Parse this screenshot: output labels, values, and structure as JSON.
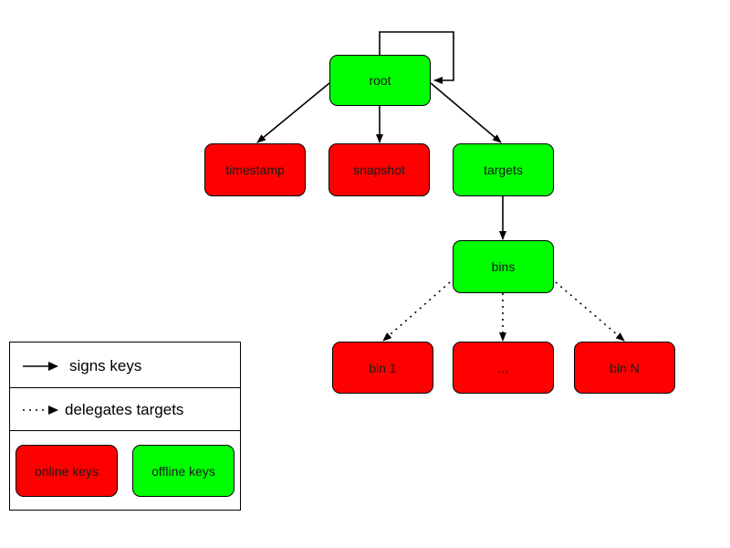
{
  "colors": {
    "online": "#ff0000",
    "offline": "#00ff00",
    "stroke": "#000000"
  },
  "nodes": {
    "root": "root",
    "timestamp": "timestamp",
    "snapshot": "snapshot",
    "targets": "targets",
    "bins": "bins",
    "bin1": "bin 1",
    "bin_mid": "...",
    "bin_n": "bin N"
  },
  "edges": [
    {
      "from": "root",
      "to": "root",
      "style": "solid"
    },
    {
      "from": "root",
      "to": "timestamp",
      "style": "solid"
    },
    {
      "from": "root",
      "to": "snapshot",
      "style": "solid"
    },
    {
      "from": "root",
      "to": "targets",
      "style": "solid"
    },
    {
      "from": "targets",
      "to": "bins",
      "style": "solid"
    },
    {
      "from": "bins",
      "to": "bin 1",
      "style": "dotted"
    },
    {
      "from": "bins",
      "to": "...",
      "style": "dotted"
    },
    {
      "from": "bins",
      "to": "bin N",
      "style": "dotted"
    }
  ],
  "legend": {
    "signs_keys": "signs keys",
    "delegates_targets": "delegates targets",
    "online_keys": "online keys",
    "offline_keys": "offline keys"
  }
}
